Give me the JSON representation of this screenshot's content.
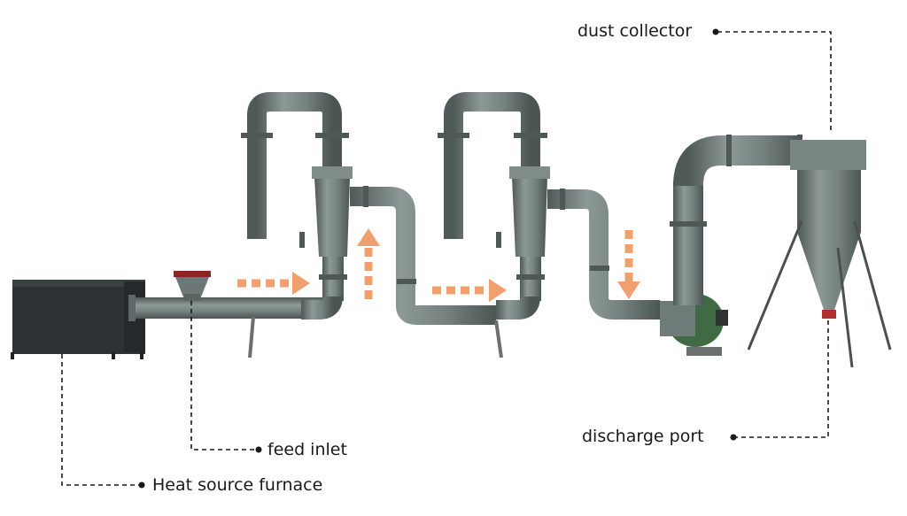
{
  "labels": {
    "dust_collector": "dust collector",
    "feed_inlet": "feed inlet",
    "heat_source_furnace": "Heat source furnace",
    "discharge_port": "discharge port"
  },
  "colors": {
    "pipe": "#6f7b78",
    "pipe_dark": "#4e5856",
    "pipe_light": "#8a9693",
    "furnace": "#2f3335",
    "hopper": "#8b2424",
    "fan": "#3f6a44",
    "arrow": "#f0a06e",
    "leader": "#1a1a1a"
  },
  "icons": {
    "flow_arrow": "dashed-arrow-icon"
  }
}
